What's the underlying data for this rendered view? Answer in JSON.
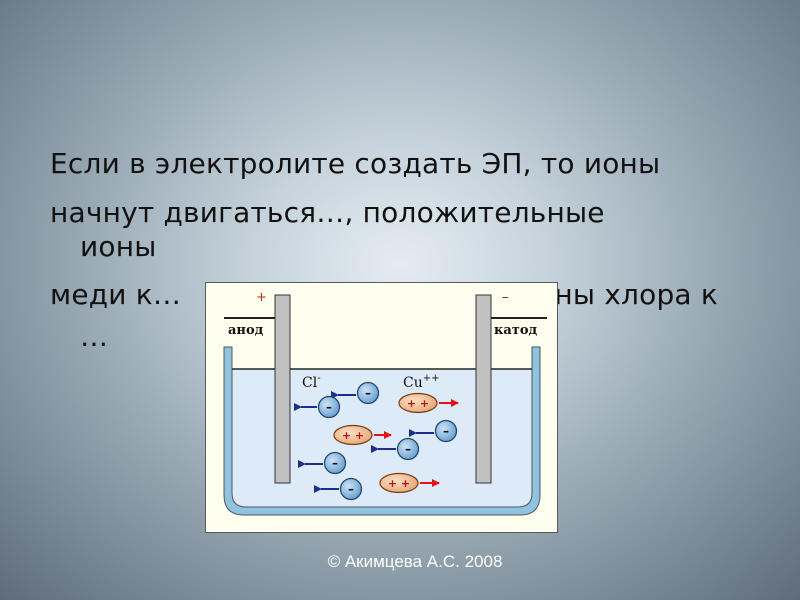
{
  "slide": {
    "line1": "Если в электролите создать ЭП, то ионы",
    "line2": "начнут двигаться…,  положительные",
    "line3": "ионы",
    "line4_start": "меди  к…",
    "line4_end": "оны хлора к",
    "line5": "…"
  },
  "diagram": {
    "anode_sign": "+",
    "anode_label": "анод",
    "cathode_sign": "–",
    "cathode_label": "катод",
    "anion_label": "Cl",
    "anion_charge": "-",
    "cation_label": "Cu",
    "cation_charge": "++",
    "cation_symbol": "+ +",
    "anion_symbol": "–"
  },
  "footer": {
    "copyright": "© Акимцева А.С. 2008"
  },
  "colors": {
    "liquid": "#dcebf7",
    "vessel": "#8ec4e2",
    "electrode": "#c0c0c0",
    "anion_fill": "#66a0d0",
    "cation_fill": "#e7a777",
    "blue_arrow": "#1c2f8c",
    "red_arrow": "#e81010"
  }
}
